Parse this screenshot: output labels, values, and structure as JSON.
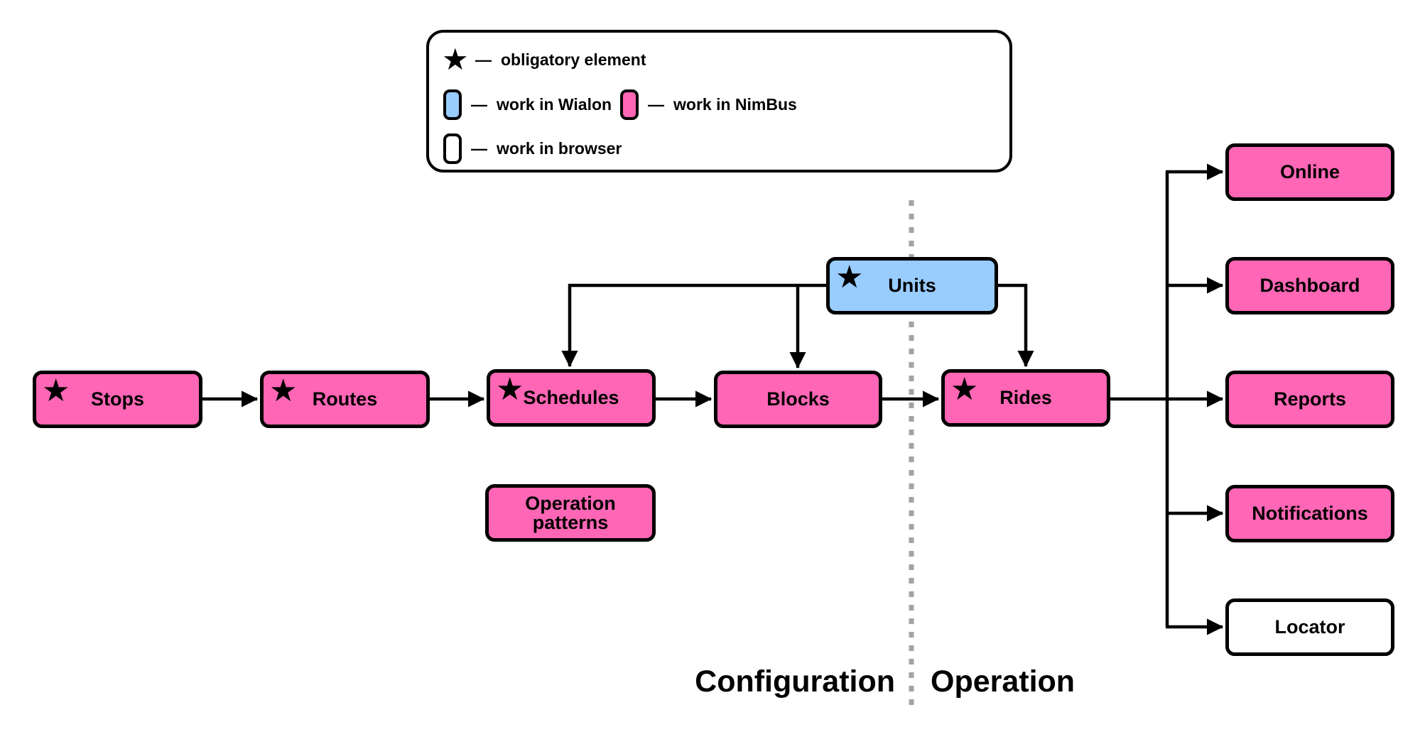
{
  "glyphs": {
    "star": "★",
    "dash": "—"
  },
  "legend": {
    "items": [
      {
        "symbol": "star-icon",
        "label": "obligatory element"
      },
      {
        "symbol": "wialon-color-swatch",
        "label": "work in Wialon"
      },
      {
        "symbol": "nimbus-color-swatch",
        "label": "work in NimBus"
      },
      {
        "symbol": "browser-color-swatch",
        "label": "work in browser"
      }
    ]
  },
  "nodes": {
    "stops": {
      "label": "Stops",
      "obligatory": true,
      "system": "nimbus"
    },
    "routes": {
      "label": "Routes",
      "obligatory": true,
      "system": "nimbus"
    },
    "schedules": {
      "label": "Schedules",
      "obligatory": true,
      "system": "nimbus"
    },
    "blocks": {
      "label": "Blocks",
      "obligatory": false,
      "system": "nimbus"
    },
    "rides": {
      "label": "Rides",
      "obligatory": true,
      "system": "nimbus"
    },
    "units": {
      "label": "Units",
      "obligatory": true,
      "system": "wialon"
    },
    "operation_patterns": {
      "label": "Operation\npatterns",
      "obligatory": false,
      "system": "nimbus"
    },
    "online": {
      "label": "Online",
      "obligatory": false,
      "system": "nimbus"
    },
    "dashboard": {
      "label": "Dashboard",
      "obligatory": false,
      "system": "nimbus"
    },
    "reports": {
      "label": "Reports",
      "obligatory": false,
      "system": "nimbus"
    },
    "notifications": {
      "label": "Notifications",
      "obligatory": false,
      "system": "nimbus"
    },
    "locator": {
      "label": "Locator",
      "obligatory": false,
      "system": "browser"
    }
  },
  "sections": {
    "left": "Configuration",
    "right": "Operation"
  },
  "colors": {
    "nimbus": "#ff66b5",
    "wialon": "#99ccff",
    "browser": "#ffffff",
    "connector": "#000000",
    "divider": "#a3a3a3"
  }
}
